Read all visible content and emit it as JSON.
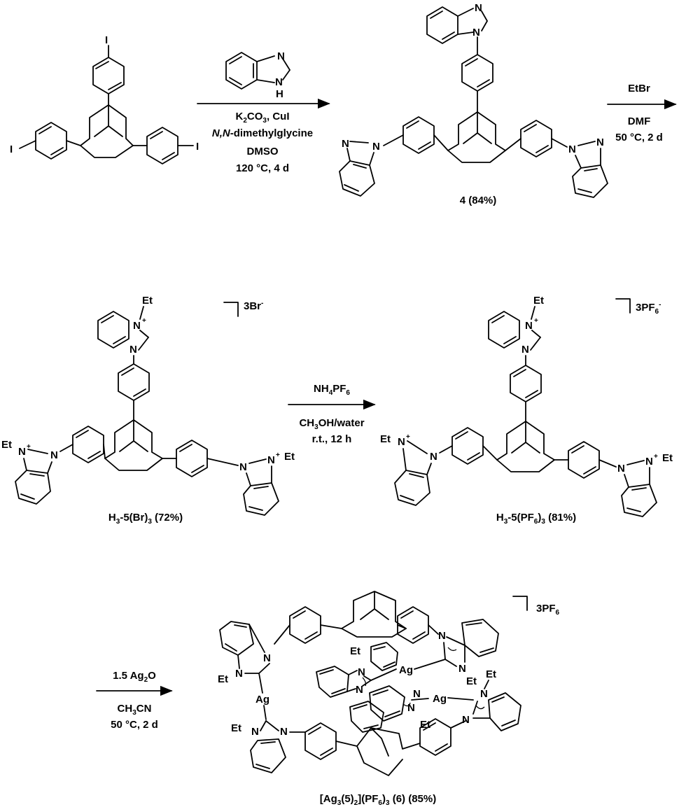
{
  "step1": {
    "reagent_line1_main": "K",
    "reagent_line1_sub": "2",
    "reagent_line1_rest": "CO",
    "reagent_line1_sub2": "3",
    "reagent_line1_tail": ", CuI",
    "reagent_line2_italic": "N,N",
    "reagent_line2_rest": "-dimethylglycine",
    "reagent_line3": "DMSO",
    "reagent_line4": "120 °C, 4 d"
  },
  "step2": {
    "reagent_top": "EtBr",
    "reagent_bottom1": "DMF",
    "reagent_bottom2": "50 °C, 2 d"
  },
  "step3": {
    "reagent_top_main": "NH",
    "reagent_top_sub": "4",
    "reagent_top_rest": "PF",
    "reagent_top_sub2": "6",
    "reagent_bottom1_main": "CH",
    "reagent_bottom1_sub": "3",
    "reagent_bottom1_rest": "OH/water",
    "reagent_bottom2": "r.t., 12 h"
  },
  "step4": {
    "reagent_top_main": "1.5 Ag",
    "reagent_top_sub": "2",
    "reagent_top_rest": "O",
    "reagent_bottom1_main": "CH",
    "reagent_bottom1_sub": "3",
    "reagent_bottom1_rest": "CN",
    "reagent_bottom2": "50 °C, 2 d"
  },
  "compounds": {
    "c4": "4 (84%)",
    "c5br_main": "H",
    "c5br_sub": "3",
    "c5br_rest": "-5(Br)",
    "c5br_sub2": "3",
    "c5br_tail": " (72%)",
    "c5pf_main": "H",
    "c5pf_sub": "3",
    "c5pf_rest": "-5(PF",
    "c5pf_sub2": "6",
    "c5pf_rest2": ")",
    "c5pf_sub3": "3",
    "c5pf_tail": " (81%)",
    "c6_main": "[Ag",
    "c6_sub": "3",
    "c6_rest": "(5)",
    "c6_sub2": "2",
    "c6_rest2": "](PF",
    "c6_sub3": "6",
    "c6_rest3": ")",
    "c6_sub4": "3",
    "c6_tail": " (6) (85%)"
  },
  "counterions": {
    "br_main": "3Br",
    "br_sup": "-",
    "pf_main": "3PF",
    "pf_sub": "6",
    "pf_sup": "-",
    "pf6_main": "3PF",
    "pf6_sub": "6"
  },
  "atoms": {
    "iodine": "I",
    "nitrogen": "N",
    "hydrogen": "H",
    "ethyl": "Et",
    "silver": "Ag",
    "plus": "+"
  }
}
